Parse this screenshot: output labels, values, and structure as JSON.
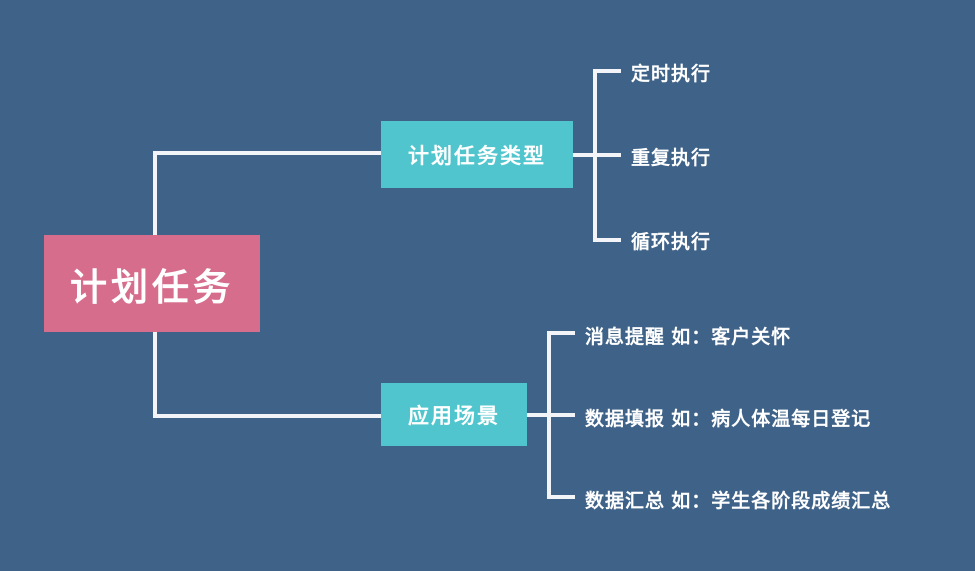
{
  "diagram": {
    "type": "mindmap",
    "title": "计划任务",
    "colors": {
      "background": "#3E6288",
      "root_node": "#D66D8C",
      "branch_node": "#50C5CD",
      "connector": "#F2F4F7",
      "text": "#FFFFFF"
    },
    "root": {
      "label": "计划任务"
    },
    "branches": [
      {
        "label": "计划任务类型",
        "children": [
          {
            "label": "定时执行"
          },
          {
            "label": "重复执行"
          },
          {
            "label": "循环执行"
          }
        ]
      },
      {
        "label": "应用场景",
        "children": [
          {
            "label": "消息提醒 如：客户关怀"
          },
          {
            "label": "数据填报 如：病人体温每日登记"
          },
          {
            "label": "数据汇总 如：学生各阶段成绩汇总"
          }
        ]
      }
    ]
  }
}
